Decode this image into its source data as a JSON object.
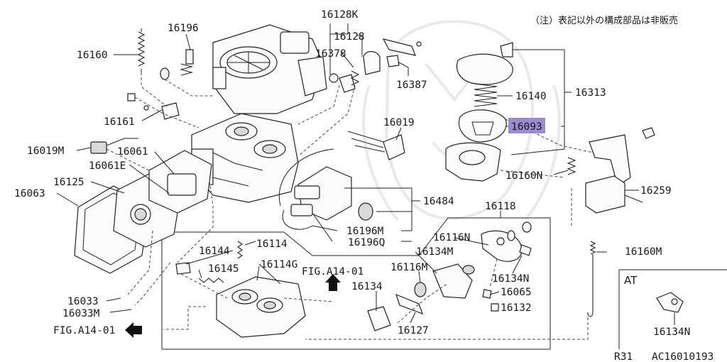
{
  "note_text": "（注）表記以外の構成部品は非販売",
  "labels": {
    "p16128K": "16128K",
    "p16196": "16196",
    "p16128": "16128",
    "p16378": "16378",
    "p16160": "16160",
    "p16387": "16387",
    "p16140": "16140",
    "p16313": "16313",
    "p16161": "16161",
    "p16019": "16019",
    "p16093": "16093",
    "p16019M": "16019M",
    "p16061": "16061",
    "p16061E": "16061E",
    "p16160N": "16160N",
    "p16125": "16125",
    "p16259": "16259",
    "p16063": "16063",
    "p16484": "16484",
    "p16118": "16118",
    "p16196M": "16196M",
    "p16116N": "16116N",
    "p16144": "16144",
    "p16114": "16114",
    "p16196Q": "16196Q",
    "p16134M": "16134M",
    "p16160M": "16160M",
    "p16145": "16145",
    "p16114G": "16114G",
    "p16116M": "16116M",
    "p16134N_main": "16134N",
    "p16134": "16134",
    "p16065": "16065",
    "p16033": "16033",
    "p16132": "16132",
    "p16033M": "16033M",
    "p16127": "16127",
    "p16134N_at": "16134N"
  },
  "fig_refs": {
    "up": "FIG.A14-01",
    "left": "FIG.A14-01"
  },
  "inset_title": "AT",
  "footer": {
    "model": "R31",
    "code": "AC16010193"
  },
  "highlight_color": "#9a8ccf"
}
